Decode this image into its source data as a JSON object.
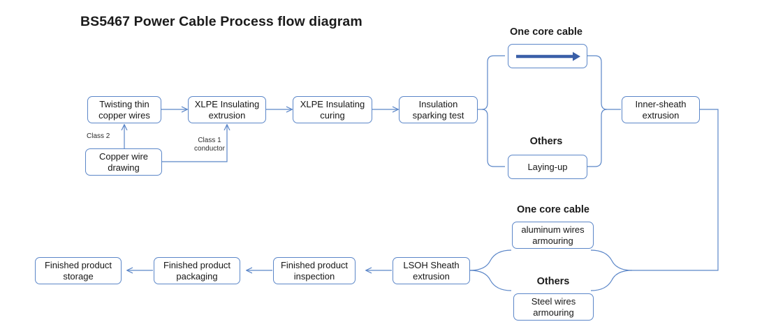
{
  "title": "BS5467 Power Cable Process flow diagram",
  "theme": {
    "box_border": "#5b86c8",
    "connector": "#5b86c8",
    "thick_arrow": "#3a5fa8",
    "text": "#161616",
    "background": "#ffffff"
  },
  "nodes": {
    "twisting": "Twisting thin copper wires",
    "copper_drawing": "Copper wire drawing",
    "xlpe_extrusion": "XLPE Insulating extrusion",
    "xlpe_curing": "XLPE Insulating curing",
    "sparking_test": "Insulation sparking test",
    "passthrough_top": "",
    "laying_up": "Laying-up",
    "inner_sheath": "Inner-sheath extrusion",
    "aluminum_armouring": "aluminum wires armouring",
    "steel_armouring": "Steel wires armouring",
    "lsoh_sheath": "LSOH Sheath extrusion",
    "finished_inspection": "Finished product inspection",
    "finished_packaging": "Finished product packaging",
    "finished_storage": "Finished product storage"
  },
  "group_labels": {
    "branch1_top": "One core cable",
    "branch1_bottom": "Others",
    "branch2_top": "One core cable",
    "branch2_bottom": "Others"
  },
  "edge_labels": {
    "class2": "Class 2",
    "class1_line1": "Class 1",
    "class1_line2": "conductor"
  }
}
